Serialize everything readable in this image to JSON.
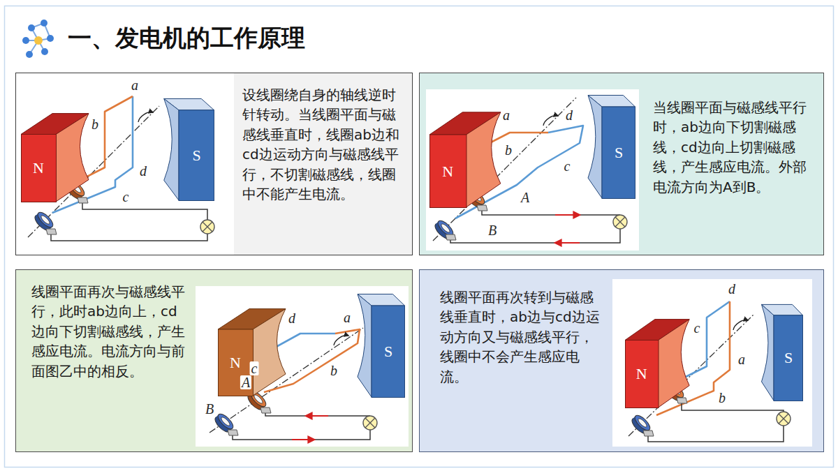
{
  "diagram": {
    "title": "一、发电机的工作原理",
    "nodes": [
      {
        "text": [
          "设线圈绕自身的轴线逆时针转动。当线圈平面与磁感线垂直时，线圈ab边和cd边运动方向与磁感线平行，不切割磁感线，线圈中不能产生电流。"
        ]
      },
      {
        "text": [
          "N"
        ],
        "in": 0
      },
      {
        "text": [
          "S"
        ],
        "in": 0
      },
      {
        "text": [
          "当线圈平面与磁感线平行时，ab边向下切割磁感线，cd边向上切割磁感线，产生感应电流。外部电流方向为A到B。"
        ]
      },
      {
        "text": [
          "N"
        ],
        "in": 3
      },
      {
        "text": [
          "S"
        ],
        "in": 3
      },
      {
        "text": [
          "线圈平面再次与磁感线平行，此时ab边向上，cd边向下切割磁感线，产生感应电流。电流方向与前面图乙中的相反。"
        ]
      },
      {
        "text": [
          "N"
        ],
        "in": 6
      },
      {
        "text": [
          "S"
        ],
        "in": 6
      },
      {
        "text": [
          "线圈平面再次转到与磁感线垂直时，ab边与cd边运动方向又与磁感线平行，线圈中不会产生感应电流。"
        ]
      },
      {
        "text": [
          "N"
        ],
        "in": 9
      },
      {
        "text": [
          "S"
        ],
        "in": 9
      }
    ],
    "labels": [
      "a",
      "b",
      "d",
      "c",
      "a",
      "d",
      "b",
      "c",
      "A",
      "B",
      "d",
      "a",
      "c",
      "b",
      "A",
      "B",
      "d",
      "c",
      "a",
      "b"
    ]
  }
}
